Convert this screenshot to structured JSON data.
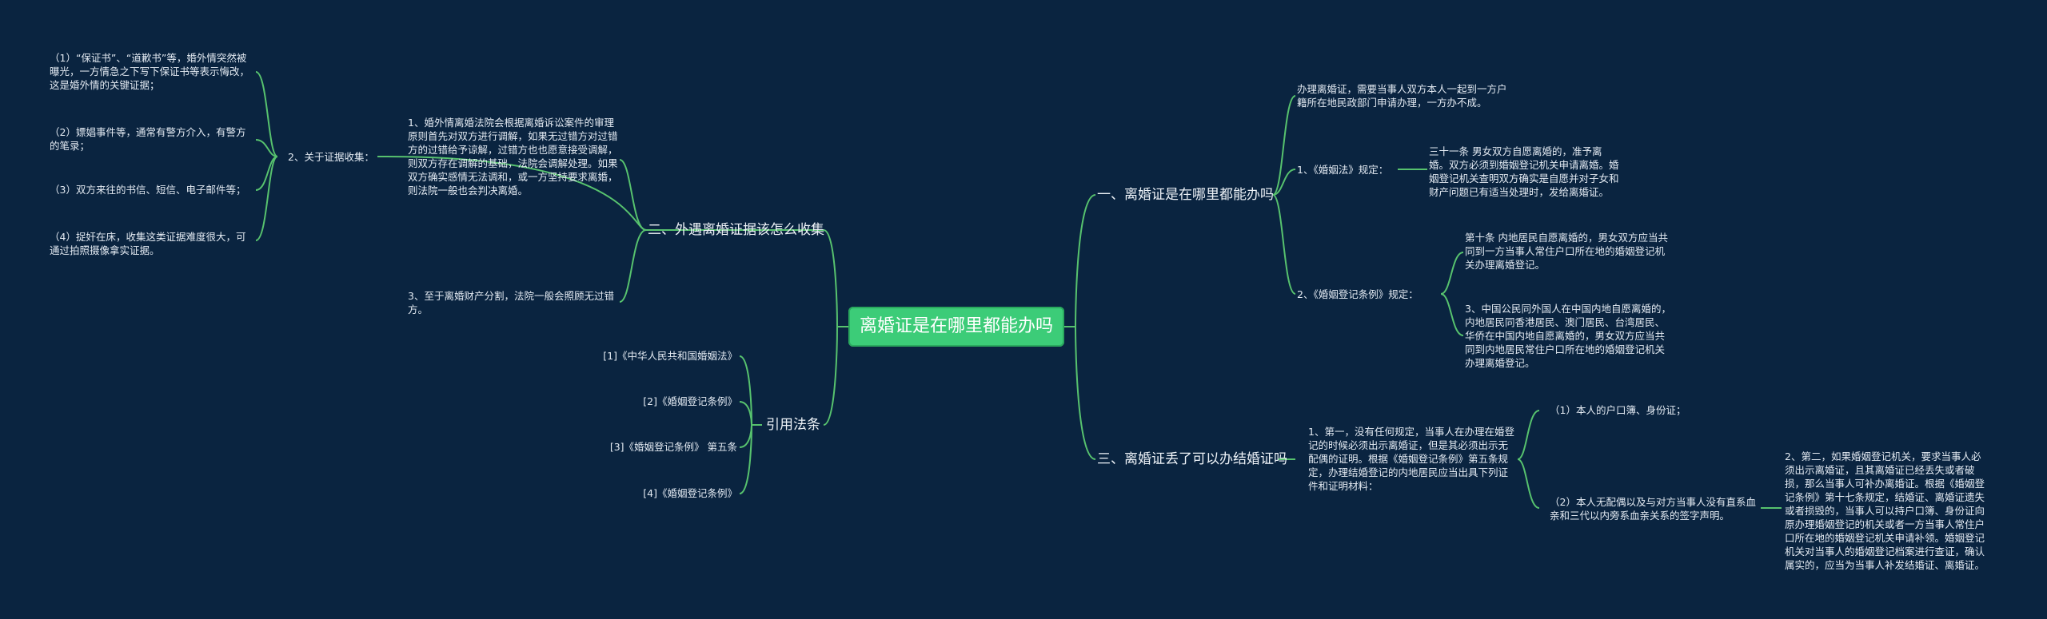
{
  "root": "离婚证是在哪里都能办吗",
  "branches": {
    "b1": "一、离婚证是在哪里都能办吗",
    "b2": "二、外遇离婚证据该怎么收集",
    "b3": "三、离婚证丢了可以办结婚证吗",
    "b4": "引用法条"
  },
  "b1_children": {
    "intro": "办理离婚证，需要当事人双方本人一起到一方户籍所在地民政部门申请办理，一方办不成。",
    "marriage_law": {
      "label": "1、《婚姻法》规定：",
      "text": "三十一条 男女双方自愿离婚的，准予离婚。双方必须到婚姻登记机关申请离婚。婚姻登记机关查明双方确实是自愿并对子女和财产问题已有适当处理时，发给离婚证。"
    },
    "registration_reg": {
      "label": "2、《婚姻登记条例》规定：",
      "art10": "第十条 内地居民自愿离婚的，男女双方应当共同到一方当事人常住户口所在地的婚姻登记机关办理离婚登记。",
      "item3": "3、中国公民同外国人在中国内地自愿离婚的，内地居民同香港居民、澳门居民、台湾居民、华侨在中国内地自愿离婚的，男女双方应当共同到内地居民常住户口所在地的婚姻登记机关办理离婚登记。"
    }
  },
  "b2_children": {
    "item1": "1、婚外情离婚法院会根据离婚诉讼案件的审理原则首先对双方进行调解，如果无过错方对过错方的过错给予谅解，过错方也也愿意接受调解，则双方存在调解的基础，法院会调解处理。如果双方确实感情无法调和，或一方坚持要求离婚，则法院一般也会判决离婚。",
    "evidence": {
      "label": "2、关于证据收集：",
      "items": [
        "（1）“保证书”、“道歉书”等，婚外情突然被曝光，一方情急之下写下保证书等表示悔改，这是婚外情的关键证据；",
        "（2）嫖娼事件等，通常有警方介入，有警方的笔录；",
        "（3）双方来往的书信、短信、电子邮件等；",
        "（4）捉奸在床，收集这类证据难度很大，可通过拍照摄像拿实证据。"
      ]
    },
    "item3": "3、至于离婚财产分割，法院一般会照顾无过错方。"
  },
  "b3_children": {
    "first": "1、第一，没有任何规定，当事人在办理在婚登记的时候必须出示离婚证，但是其必须出示无配偶的证明。根据《婚姻登记条例》第五条规定，办理结婚登记的内地居民应当出具下列证件和证明材料：",
    "sub1": "（1）本人的户口簿、身份证；",
    "sub2": "（2）本人无配偶以及与对方当事人没有直系血亲和三代以内旁系血亲关系的签字声明。",
    "second": "2、第二，如果婚姻登记机关，要求当事人必须出示离婚证，且其离婚证已经丢失或者破损，那么当事人可补办离婚证。根据《婚姻登记条例》第十七条规定，结婚证、离婚证遗失或者损毁的，当事人可以持户口簿、身份证向原办理婚姻登记的机关或者一方当事人常住户口所在地的婚姻登记机关申请补领。婚姻登记机关对当事人的婚姻登记档案进行查证，确认属实的，应当为当事人补发结婚证、离婚证。"
  },
  "b4_children": [
    "[1]《中华人民共和国婚姻法》",
    "[2]《婚姻登记条例》",
    "[3]《婚姻登记条例》 第五条",
    "[4]《婚姻登记条例》"
  ],
  "colors": {
    "background": "#0a2440",
    "line": "#57c26e",
    "root_fill": "#3ccc78",
    "text": "#e3eaf2"
  }
}
